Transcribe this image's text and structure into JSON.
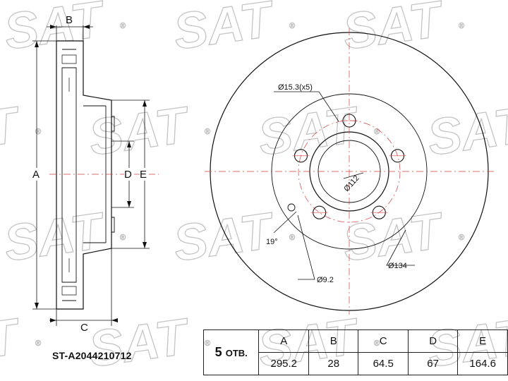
{
  "part_number": "ST-A2044210712",
  "holes": {
    "count": "5",
    "unit": "ОТВ."
  },
  "table": {
    "headers": [
      "A",
      "B",
      "C",
      "D",
      "E"
    ],
    "values": [
      "295.2",
      "28",
      "64.5",
      "67",
      "164.6"
    ]
  },
  "side_view_labels": {
    "a": "A",
    "b": "B",
    "c": "C",
    "d": "D",
    "e": "E"
  },
  "front_view_labels": {
    "stud_holes": "Ø15.3(x5)",
    "pcd": "Ø112",
    "angle": "19°",
    "outer_ring": "Ø134",
    "small_hole": "Ø9.2"
  },
  "watermark": {
    "text": "SAT",
    "mark": "®"
  },
  "colors": {
    "line": "#111111",
    "center_line": "#d04040",
    "watermark": "#c4c4c4"
  }
}
